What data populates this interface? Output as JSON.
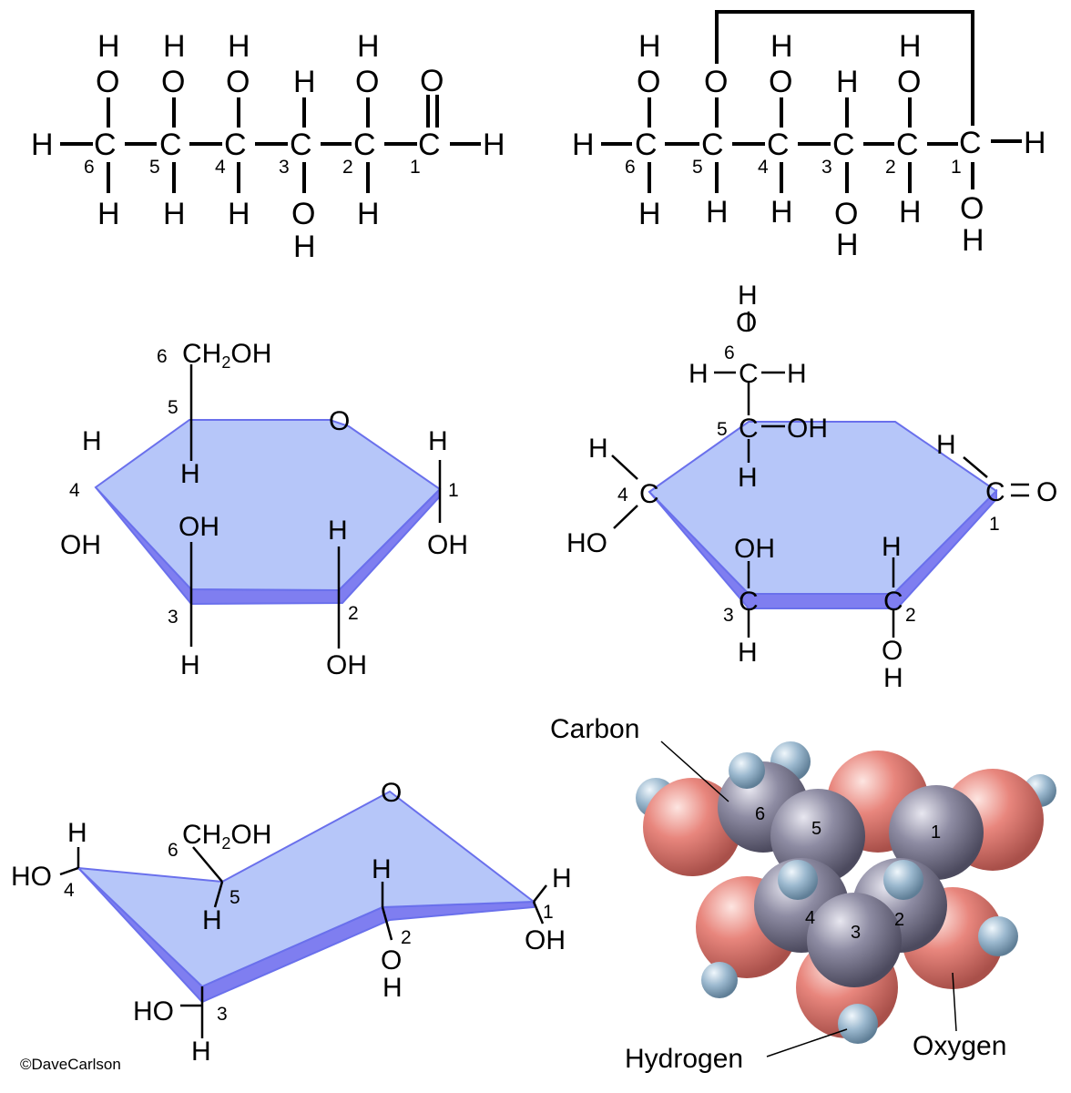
{
  "panels": {
    "open_chain": {
      "atoms": {
        "C": "C",
        "H": "H",
        "O": "O"
      },
      "numbers": [
        "1",
        "2",
        "3",
        "4",
        "5",
        "6"
      ]
    },
    "closed_chain": {
      "atoms": {
        "C": "C",
        "H": "H",
        "O": "O"
      },
      "numbers": [
        "1",
        "2",
        "3",
        "4",
        "5",
        "6"
      ]
    },
    "haworth": {
      "ch2oh_prefix": "CH",
      "ch2oh_sub": "2",
      "ch2oh_suffix": "OH",
      "ring_o": "O",
      "oh": "OH",
      "h": "H",
      "numbers": [
        "1",
        "2",
        "3",
        "4",
        "5",
        "6"
      ]
    },
    "haworth_open": {
      "c": "C",
      "h": "H",
      "o": "O",
      "oh": "OH",
      "ho": "HO",
      "numbers": [
        "1",
        "2",
        "3",
        "4",
        "5",
        "6"
      ]
    },
    "chair": {
      "ch2oh_prefix": "CH",
      "ch2oh_sub": "2",
      "ch2oh_suffix": "OH",
      "ring_o": "O",
      "oh": "OH",
      "ho": "HO",
      "h": "H",
      "numbers": [
        "1",
        "2",
        "3",
        "4",
        "5",
        "6"
      ]
    },
    "space_fill": {
      "labels": {
        "carbon": "Carbon",
        "hydrogen": "Hydrogen",
        "oxygen": "Oxygen"
      },
      "numbers": [
        "1",
        "2",
        "3",
        "4",
        "5",
        "6"
      ],
      "colors": {
        "carbon": "#7d7b91",
        "oxygen": "#e6847c",
        "hydrogen": "#9bb8cf"
      }
    }
  },
  "copyright": "©DaveCarlson"
}
